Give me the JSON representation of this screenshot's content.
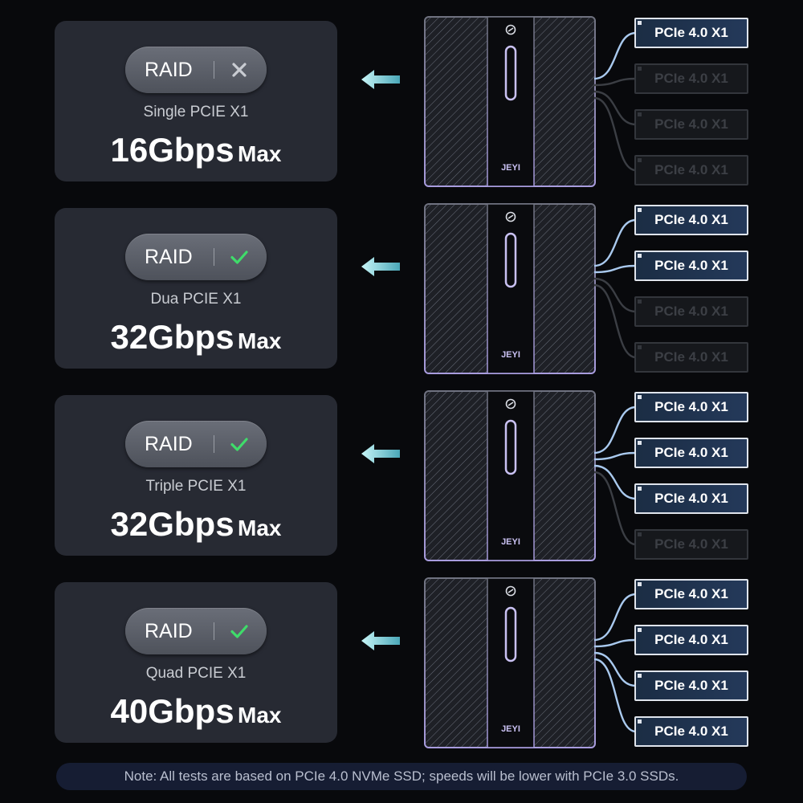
{
  "colors": {
    "background": "#08090c",
    "card": "#272a33",
    "check": "#3fdc6a",
    "cross": "#c9ccd2",
    "arrow": "#9fe8ec",
    "cable_active": "#a9c9ee",
    "cable_inactive": "#3b3e44",
    "slot_active": "#24395a",
    "enclosure_edge": "#a89cde"
  },
  "rows": [
    {
      "raid_label": "RAID",
      "raid_status_icon": "cross-icon",
      "subtitle": "Single PCIE X1",
      "speed_value": "16Gbps",
      "speed_unit": "Max",
      "arrow_icon": "left-arrow-icon",
      "brand": "JEYI",
      "slots": [
        {
          "label": "PCIe 4.0 X1",
          "active": true
        },
        {
          "label": "PCIe 4.0 X1",
          "active": false
        },
        {
          "label": "PCIe 4.0 X1",
          "active": false
        },
        {
          "label": "PCIe 4.0 X1",
          "active": false
        }
      ]
    },
    {
      "raid_label": "RAID",
      "raid_status_icon": "check-icon",
      "subtitle": "Dua PCIE X1",
      "speed_value": "32Gbps",
      "speed_unit": "Max",
      "arrow_icon": "left-arrow-icon",
      "brand": "JEYI",
      "slots": [
        {
          "label": "PCIe 4.0 X1",
          "active": true
        },
        {
          "label": "PCIe 4.0 X1",
          "active": true
        },
        {
          "label": "PCIe 4.0 X1",
          "active": false
        },
        {
          "label": "PCIe 4.0 X1",
          "active": false
        }
      ]
    },
    {
      "raid_label": "RAID",
      "raid_status_icon": "check-icon",
      "subtitle": "Triple PCIE X1",
      "speed_value": "32Gbps",
      "speed_unit": "Max",
      "arrow_icon": "left-arrow-icon",
      "brand": "JEYI",
      "slots": [
        {
          "label": "PCIe 4.0 X1",
          "active": true
        },
        {
          "label": "PCIe 4.0 X1",
          "active": true
        },
        {
          "label": "PCIe 4.0 X1",
          "active": true
        },
        {
          "label": "PCIe 4.0 X1",
          "active": false
        }
      ]
    },
    {
      "raid_label": "RAID",
      "raid_status_icon": "check-icon",
      "subtitle": "Quad PCIE X1",
      "speed_value": "40Gbps",
      "speed_unit": "Max",
      "arrow_icon": "left-arrow-icon",
      "brand": "JEYI",
      "slots": [
        {
          "label": "PCIe 4.0 X1",
          "active": true
        },
        {
          "label": "PCIe 4.0 X1",
          "active": true
        },
        {
          "label": "PCIe 4.0 X1",
          "active": true
        },
        {
          "label": "PCIe 4.0 X1",
          "active": true
        }
      ]
    }
  ],
  "note": "Note: All tests are based on PCIe 4.0 NVMe SSD; speeds will be lower with PCIe 3.0 SSDs."
}
